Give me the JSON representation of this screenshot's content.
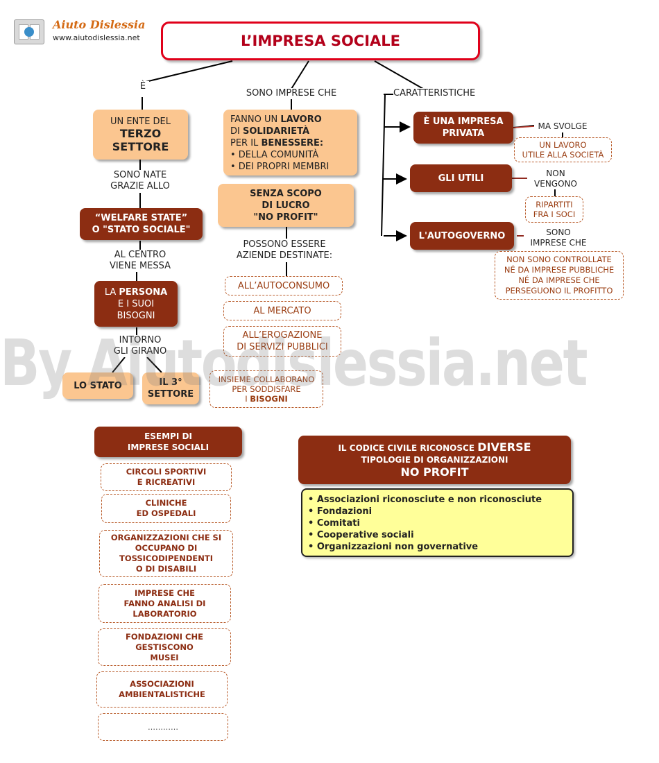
{
  "logo": {
    "name": "Aiuto Dislessia",
    "url": "www.aiutodislessia.net"
  },
  "title": "L’IMPRESA SOCIALE",
  "watermark": "By Aiutodislessia.net",
  "left": {
    "e_label": "È",
    "ente": {
      "line1": "UN ENTE DEL",
      "line2": "TERZO",
      "line3": "SETTORE"
    },
    "nate_label": "SONO NATE\nGRAZIE ALLO",
    "welfare": "“WELFARE STATE”\nO \"STATO SOCIALE\"",
    "centro_label": "AL CENTRO\nVIENE MESSA",
    "persona": {
      "pre": "LA ",
      "bold": "PERSONA",
      "rest": "E I SUOI\nBISOGNI"
    },
    "intorno_label": "INTORNO\nGLI GIRANO",
    "stato": "LO STATO",
    "terzo": "IL 3°\nSETTORE"
  },
  "middle": {
    "imprese_label": "SONO IMPRESE CHE",
    "lavoro": {
      "l1a": "FANNO UN ",
      "l1b": "LAVORO",
      "l2a": "DI ",
      "l2b": "SOLIDARIETÀ",
      "l3a": "PER IL ",
      "l3b": "BENESSERE:",
      "b1": "• DELLA COMUNITÀ",
      "b2": "• DEI PROPRI MEMBRI"
    },
    "scopo": "SENZA SCOPO\nDI LUCRO\n\"NO PROFIT\"",
    "aziende_label": "POSSONO ESSERE\nAZIENDE DESTINATE:",
    "autoconsumo": "ALL’AUTOCONSUMO",
    "mercato": "AL MERCATO",
    "erogazione": "ALL’EROGAZIONE\nDI SERVIZI PUBBLICI",
    "insieme": {
      "text": "INSIEME COLLABORANO\nPER SODDISFARE\nI ",
      "bold": "BISOGNI"
    }
  },
  "right": {
    "caratteristiche": "CARATTERISTICHE",
    "privata": "È UNA IMPRESA\nPRIVATA",
    "ma_svolge": "MA SVOLGE",
    "lavoro_utile": "UN LAVORO\nUTILE ALLA SOCIETÀ",
    "utili": "GLI UTILI",
    "non_vengono": "NON\nVENGONO",
    "ripartiti": "RIPARTITI\nFRA I SOCI",
    "autogoverno": "L'AUTOGOVERNO",
    "sono_imprese": "SONO\nIMPRESE CHE",
    "non_controllate": "NON SONO CONTROLLATE\nNÉ DA IMPRESE PUBBLICHE\nNÉ DA IMPRESE CHE\nPERSEGUONO IL PROFITTO"
  },
  "esempi": {
    "header": "ESEMPI DI\nIMPRESE SOCIALI",
    "items": [
      "CIRCOLI SPORTIVI\nE RICREATIVI",
      "CLINICHE\nED OSPEDALI",
      "ORGANIZZAZIONI CHE SI\nOCCUPANO DI\nTOSSICODIPENDENTI\nO DI DISABILI",
      "IMPRESE CHE\nFANNO ANALISI DI\nLABORATORIO",
      "FONDAZIONI CHE\nGESTISCONO\nMUSEI",
      "ASSOCIAZIONI\nAMBIENTALISTICHE",
      "…………"
    ]
  },
  "codice": {
    "l1a": "IL CODICE CIVILE RICONOSCE ",
    "l1b": "DIVERSE",
    "l2": "TIPOLOGIE DI ORGANIZZAZIONI",
    "l3": "NO PROFIT",
    "items": [
      "• Associazioni riconosciute e non riconosciute",
      "• Fondazioni",
      "• Comitati",
      "• Cooperative sociali",
      "• Organizzazioni non governative"
    ]
  },
  "colors": {
    "brown": "#8c2d12",
    "peach": "#fbc690",
    "title_red": "#e0001a",
    "yellow": "#ffff99"
  }
}
